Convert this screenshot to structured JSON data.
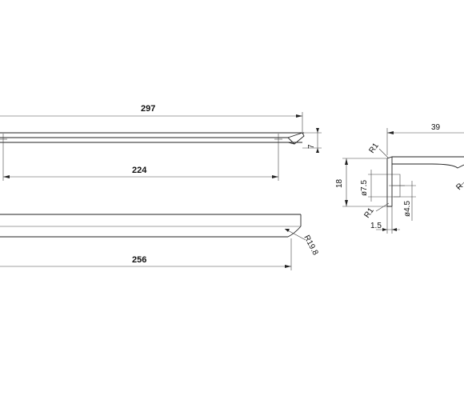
{
  "front_view": {
    "overall_length": "297",
    "hole_spacing": "224",
    "height": "7"
  },
  "bottom_view": {
    "length": "256",
    "radius": "R19.8"
  },
  "profile_section": {
    "width": "39",
    "height": "18",
    "radius_top": "R1",
    "radius_bottom": "R1",
    "bore_diameter": "ø7.5",
    "thread_diameter": "ø4.5",
    "offset": "1.5",
    "tip_label": "R"
  }
}
